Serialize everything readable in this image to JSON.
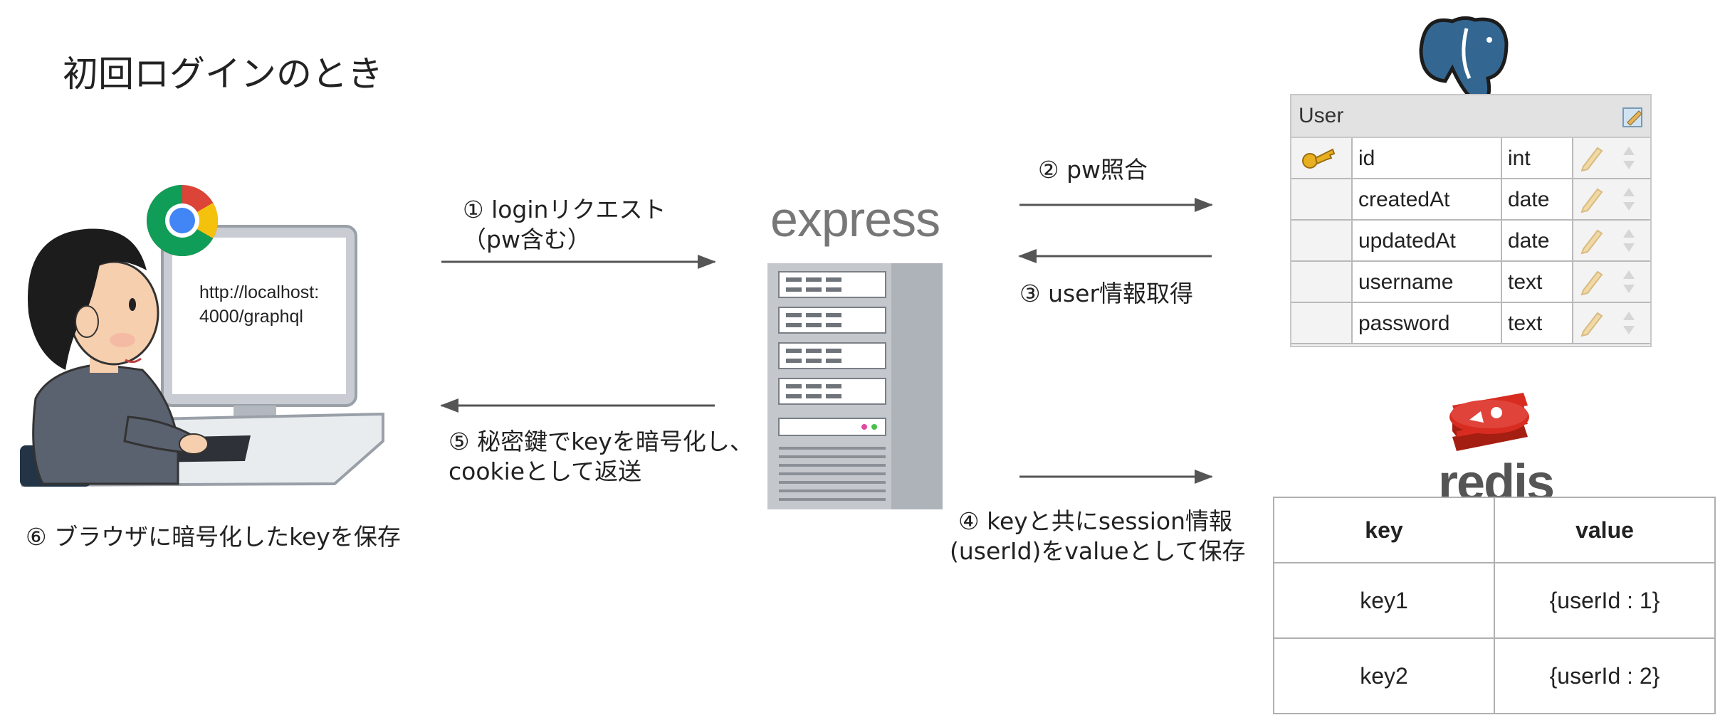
{
  "title": "初回ログインのとき",
  "browser": {
    "url_line1": "http://localhost:",
    "url_line2": "4000/graphql"
  },
  "server": {
    "name": "express"
  },
  "steps": {
    "s1_line1": "① loginリクエスト",
    "s1_line2": "（pw含む）",
    "s2": "② pw照合",
    "s3": "③ user情報取得",
    "s4_line1": "④ keyと共にsession情報",
    "s4_line2": "(userId)をvalueとして保存",
    "s5_line1": "⑤ 秘密鍵でkeyを暗号化し、",
    "s5_line2": "cookieとして返送",
    "s6": "⑥ ブラウザに暗号化したkeyを保存"
  },
  "postgres_table": {
    "name": "User",
    "rows": [
      {
        "field": "id",
        "type": "int",
        "primary_key": true
      },
      {
        "field": "createdAt",
        "type": "date",
        "primary_key": false
      },
      {
        "field": "updatedAt",
        "type": "date",
        "primary_key": false
      },
      {
        "field": "username",
        "type": "text",
        "primary_key": false
      },
      {
        "field": "password",
        "type": "text",
        "primary_key": false
      }
    ]
  },
  "redis": {
    "logo_text": "redis",
    "headers": [
      "key",
      "value"
    ],
    "rows": [
      [
        "key1",
        "{userId : 1}"
      ],
      [
        "key2",
        "{userId : 2}"
      ]
    ]
  },
  "icons": {
    "browser_logo": "chrome-icon",
    "database_logo": "postgresql-elephant-icon",
    "cache_logo": "redis-icon",
    "server": "server-tower-icon",
    "user": "person-at-computer-icon",
    "primary_key": "key-icon",
    "edit": "pencil-icon"
  },
  "colors": {
    "arrow": "#555555",
    "postgres_blue": "#336791",
    "redis_red": "#d82c20",
    "chrome_red": "#db4437",
    "chrome_yellow": "#f4c20d",
    "chrome_green": "#0f9d58",
    "chrome_blue": "#4285f4"
  }
}
